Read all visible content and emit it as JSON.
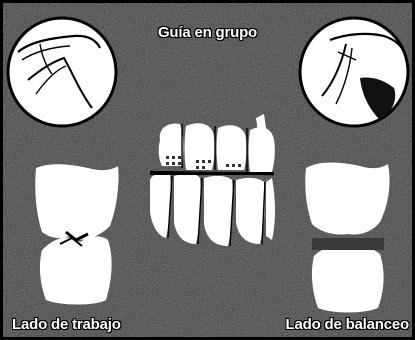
{
  "title": "Guía en grupo",
  "labels": {
    "working_side": "Lado de trabajo",
    "balancing_side": "Lado de balanceo"
  },
  "colors": {
    "background": "#3a3a3a",
    "tooth": "#ffffff",
    "outline": "#000000"
  }
}
